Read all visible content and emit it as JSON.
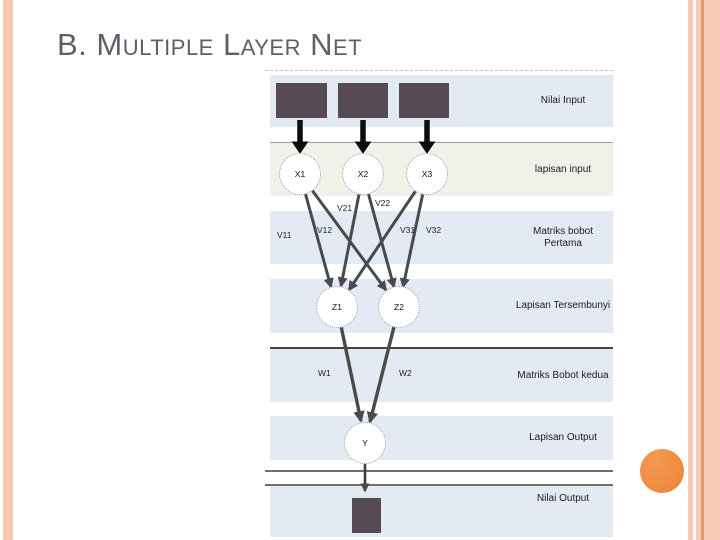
{
  "slide": {
    "title": "B. Multiple Layer Net"
  },
  "diagram": {
    "bands": [
      {
        "label": "Nilai Input"
      },
      {
        "label": "lapisan input"
      },
      {
        "label": "Matriks bobot Pertama"
      },
      {
        "label": "Lapisan Tersembunyi"
      },
      {
        "label": "Matriks Bobot kedua"
      },
      {
        "label": "Lapisan Output"
      },
      {
        "label": "Nilai Output"
      }
    ],
    "nodes": {
      "input": [
        "X1",
        "X2",
        "X3"
      ],
      "hidden": [
        "Z1",
        "Z2"
      ],
      "output": [
        "Y"
      ]
    },
    "weights": {
      "first": [
        "V11",
        "V12",
        "V21",
        "V22",
        "V31",
        "V32"
      ],
      "second": [
        "W1",
        "W2"
      ]
    }
  },
  "colors": {
    "band_blue": "#e3eaf4",
    "band_cream": "#f0f1e8",
    "node_dark": "#564b53",
    "accent_orange": "#ee8a3e",
    "stripe_peach": "#f7cab4",
    "stripe_peach_dark": "#e59a6b",
    "title_gray": "#5b6168",
    "line_dark": "#4a4a4a"
  }
}
